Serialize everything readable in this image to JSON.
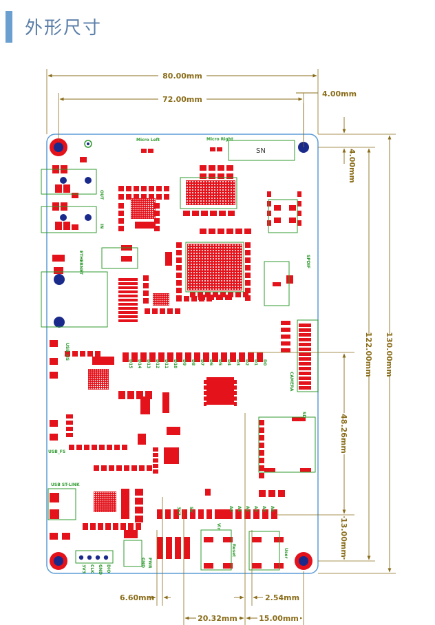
{
  "header": {
    "title": "外形尺寸",
    "accent_color": "#6a9fd0"
  },
  "colors": {
    "board_outline": "#5b9bd5",
    "dimension": "#8a6d1a",
    "pad": "#e3121b",
    "silkscreen": "#2f9a2f",
    "hole": "#1a2a8a"
  },
  "dimensions": {
    "board_width": "80.00mm",
    "hole_spacing_x": "72.00mm",
    "hole_offset_x": "4.00mm",
    "hole_offset_y": "4.00mm",
    "hole_spacing_y": "122.00mm",
    "board_height": "130.00mm",
    "sd_offset": "48.26mm",
    "header_offset": "13.00mm",
    "left_offset": "6.60mm",
    "pitch": "2.54mm",
    "header_span": "20.32mm",
    "right_span": "15.00mm"
  },
  "board_labels": {
    "micro_left": "Micro Left",
    "micro_right": "Micro Right",
    "sn": "SN",
    "out": "OUT",
    "in": "IN",
    "ethernet": "ETHERNET",
    "spdif": "SPDIF",
    "camera": "CAMERA",
    "usb_hs": "USB_HS",
    "usb_fs": "USB_FS",
    "usb_stlink": "USB ST-LINK",
    "sd": "SD",
    "user": "User",
    "reset": "Reset",
    "gnd": "GND",
    "pwr": "PWR",
    "v5": "5V",
    "v33": "3V3",
    "vin": "Vin"
  },
  "headers_top_labels": [
    "D0",
    "D1",
    "D2",
    "D3",
    "D4",
    "D5",
    "D6",
    "D7",
    "D8",
    "D9",
    "D10",
    "D11",
    "D12",
    "D13",
    "D14",
    "D15"
  ],
  "headers_bottom_labels": [
    "A0",
    "A1",
    "A2",
    "A3",
    "A4",
    "A5"
  ],
  "swd_labels": [
    "3V3",
    "CLK",
    "GND",
    "DIO"
  ]
}
